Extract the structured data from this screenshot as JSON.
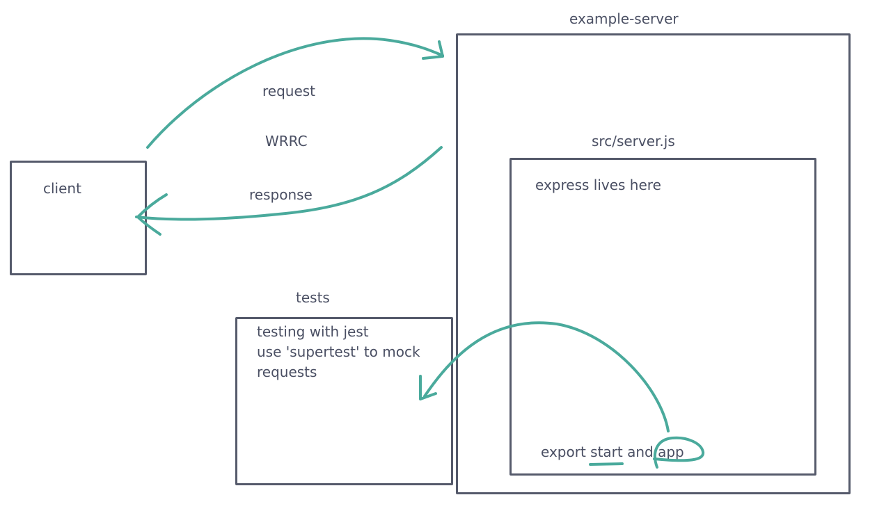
{
  "client": {
    "label": "client"
  },
  "server": {
    "title": "example-server"
  },
  "server_js": {
    "title": "src/server.js",
    "body": "express lives here"
  },
  "export_note": {
    "prefix": "export ",
    "start": "start",
    "and": " and ",
    "app": "app"
  },
  "tests": {
    "title": "tests",
    "lines": [
      "testing with jest",
      "use 'supertest' to mock",
      "requests"
    ]
  },
  "arrows": {
    "request": "request",
    "wrrc": "WRRC",
    "response": "response"
  },
  "colors": {
    "stroke": "#555a6b",
    "ink": "#4aaa9c",
    "text": "#4a4f63"
  }
}
